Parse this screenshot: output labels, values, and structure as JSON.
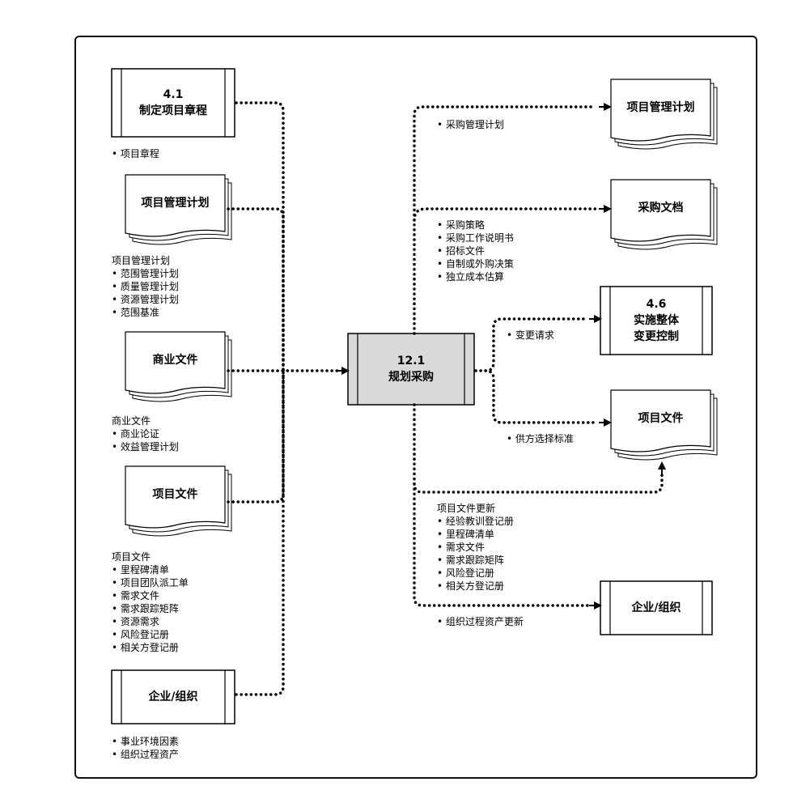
{
  "process": {
    "number": "12.1",
    "name": "规划采购"
  },
  "inputs": [
    {
      "id": "charter",
      "title_number": "4.1",
      "title": "制定项目章程",
      "shape": "process",
      "label_head": "",
      "items": [
        "项目章程"
      ]
    },
    {
      "id": "pmp",
      "title_number": "",
      "title": "项目管理计划",
      "shape": "document",
      "label_head": "项目管理计划",
      "items": [
        "范围管理计划",
        "质量管理计划",
        "资源管理计划",
        "范围基准"
      ]
    },
    {
      "id": "business",
      "title_number": "",
      "title": "商业文件",
      "shape": "document",
      "label_head": "商业文件",
      "items": [
        "商业论证",
        "效益管理计划"
      ]
    },
    {
      "id": "projdocs",
      "title_number": "",
      "title": "项目文件",
      "shape": "document",
      "label_head": "项目文件",
      "items": [
        "里程碑清单",
        "项目团队派工单",
        "需求文件",
        "需求跟踪矩阵",
        "资源需求",
        "风险登记册",
        "相关方登记册"
      ]
    },
    {
      "id": "org",
      "title_number": "",
      "title": "企业/组织",
      "shape": "enterprise",
      "label_head": "",
      "items": [
        "事业环境因素",
        "组织过程资产"
      ]
    }
  ],
  "outputs": [
    {
      "id": "out_pmp",
      "title_number": "",
      "title": "项目管理计划",
      "shape": "document",
      "label_head": "",
      "items": [
        "采购管理计划"
      ]
    },
    {
      "id": "out_procdocs",
      "title_number": "",
      "title": "采购文档",
      "shape": "document",
      "label_head": "",
      "items": [
        "采购策略",
        "采购工作说明书",
        "招标文件",
        "自制或外购决策",
        "独立成本估算"
      ]
    },
    {
      "id": "out_change",
      "title_number": "4.6",
      "title": "实施整体\n变更控制",
      "shape": "process",
      "label_head": "",
      "items": [
        "变更请求"
      ]
    },
    {
      "id": "out_projdocs",
      "title_number": "",
      "title": "项目文件",
      "shape": "document",
      "label_head": "",
      "items": [
        "供方选择标准"
      ]
    },
    {
      "id": "out_updates",
      "title_number": "",
      "title": "",
      "shape": "none",
      "label_head": "项目文件更新",
      "items": [
        "经验教训登记册",
        "里程碑清单",
        "需求文件",
        "需求跟踪矩阵",
        "风险登记册",
        "相关方登记册"
      ]
    },
    {
      "id": "out_org",
      "title_number": "",
      "title": "企业/组织",
      "shape": "enterprise",
      "label_head": "",
      "items": [
        "组织过程资产更新"
      ]
    }
  ]
}
